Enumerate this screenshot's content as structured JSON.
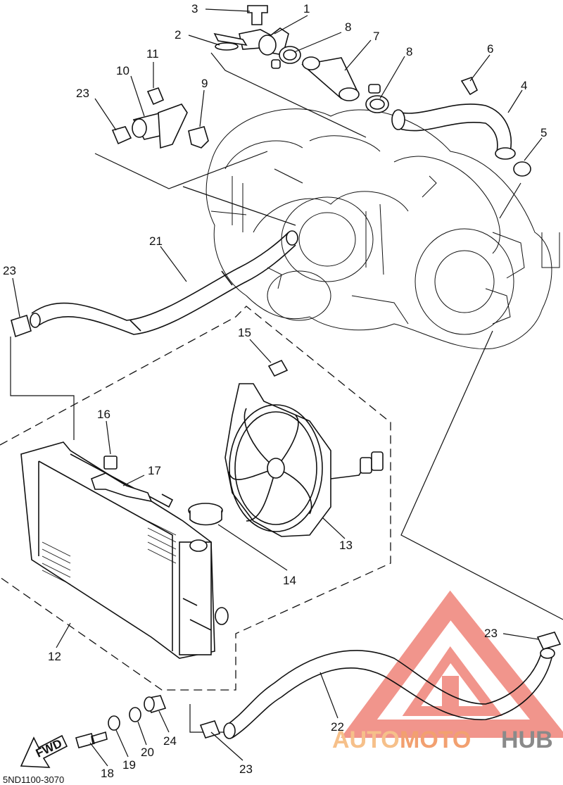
{
  "diagram": {
    "title": "Radiator / cooling system exploded parts diagram",
    "drawing_code": "5ND1100-3070",
    "fwd_label": "FWD",
    "part_labels": {
      "p1": "1",
      "p2": "2",
      "p3": "3",
      "p4": "4",
      "p5": "5",
      "p6": "6",
      "p7": "7",
      "p8a": "8",
      "p8b": "8",
      "p9": "9",
      "p10": "10",
      "p11": "11",
      "p12": "12",
      "p13": "13",
      "p14": "14",
      "p15": "15",
      "p16": "16",
      "p17": "17",
      "p18": "18",
      "p19": "19",
      "p20": "20",
      "p21": "21",
      "p22": "22",
      "p23a": "23",
      "p23b": "23",
      "p23c": "23",
      "p23d": "23",
      "p24": "24"
    }
  },
  "watermark": {
    "brand_a": "AUTO",
    "brand_b": "MOTO",
    "brand_c": "HUB",
    "color_main": "#f08a80",
    "color_light": "#f6c08a",
    "color_mid": "#f2a070"
  }
}
